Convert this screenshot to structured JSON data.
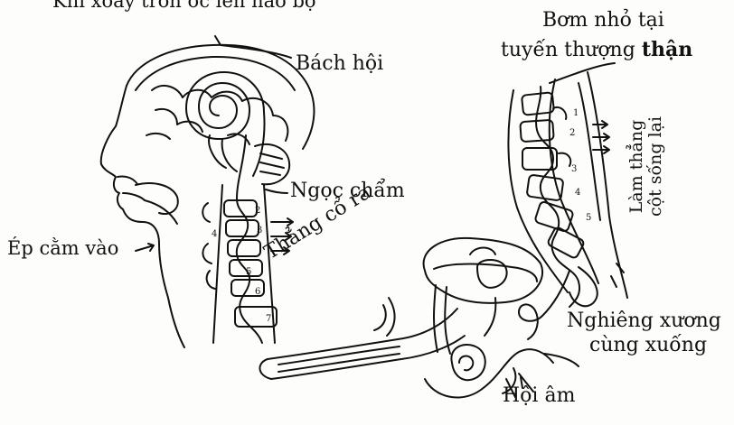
{
  "labels": {
    "top": "Khí xoáy tròn ốc lên não bộ",
    "bach_hoi": "Bách hội",
    "bom_line1": "Bơm nhỏ tại",
    "bom_line2_prefix": "tuyến thượng ",
    "bom_line2_bold": "thận",
    "ngoc_cham": "Ngọc chẩm",
    "ep_cam": "Ép cằm vào",
    "thang_co": "Thẳng cổ ra",
    "lam_thang_line1": "Làm thẳng",
    "lam_thang_line2": "cột sống lại",
    "nghieng_line1": "Nghiêng xương",
    "nghieng_line2": "cùng xuống",
    "hoi_am": "Hội âm"
  },
  "vertebra_numbers": {
    "neck": [
      "2",
      "3",
      "4",
      "5",
      "6",
      "7"
    ],
    "back": [
      "1",
      "2",
      "3",
      "4",
      "5"
    ]
  },
  "colors": {
    "ink": "#111111",
    "paper": "#fdfdfb"
  }
}
